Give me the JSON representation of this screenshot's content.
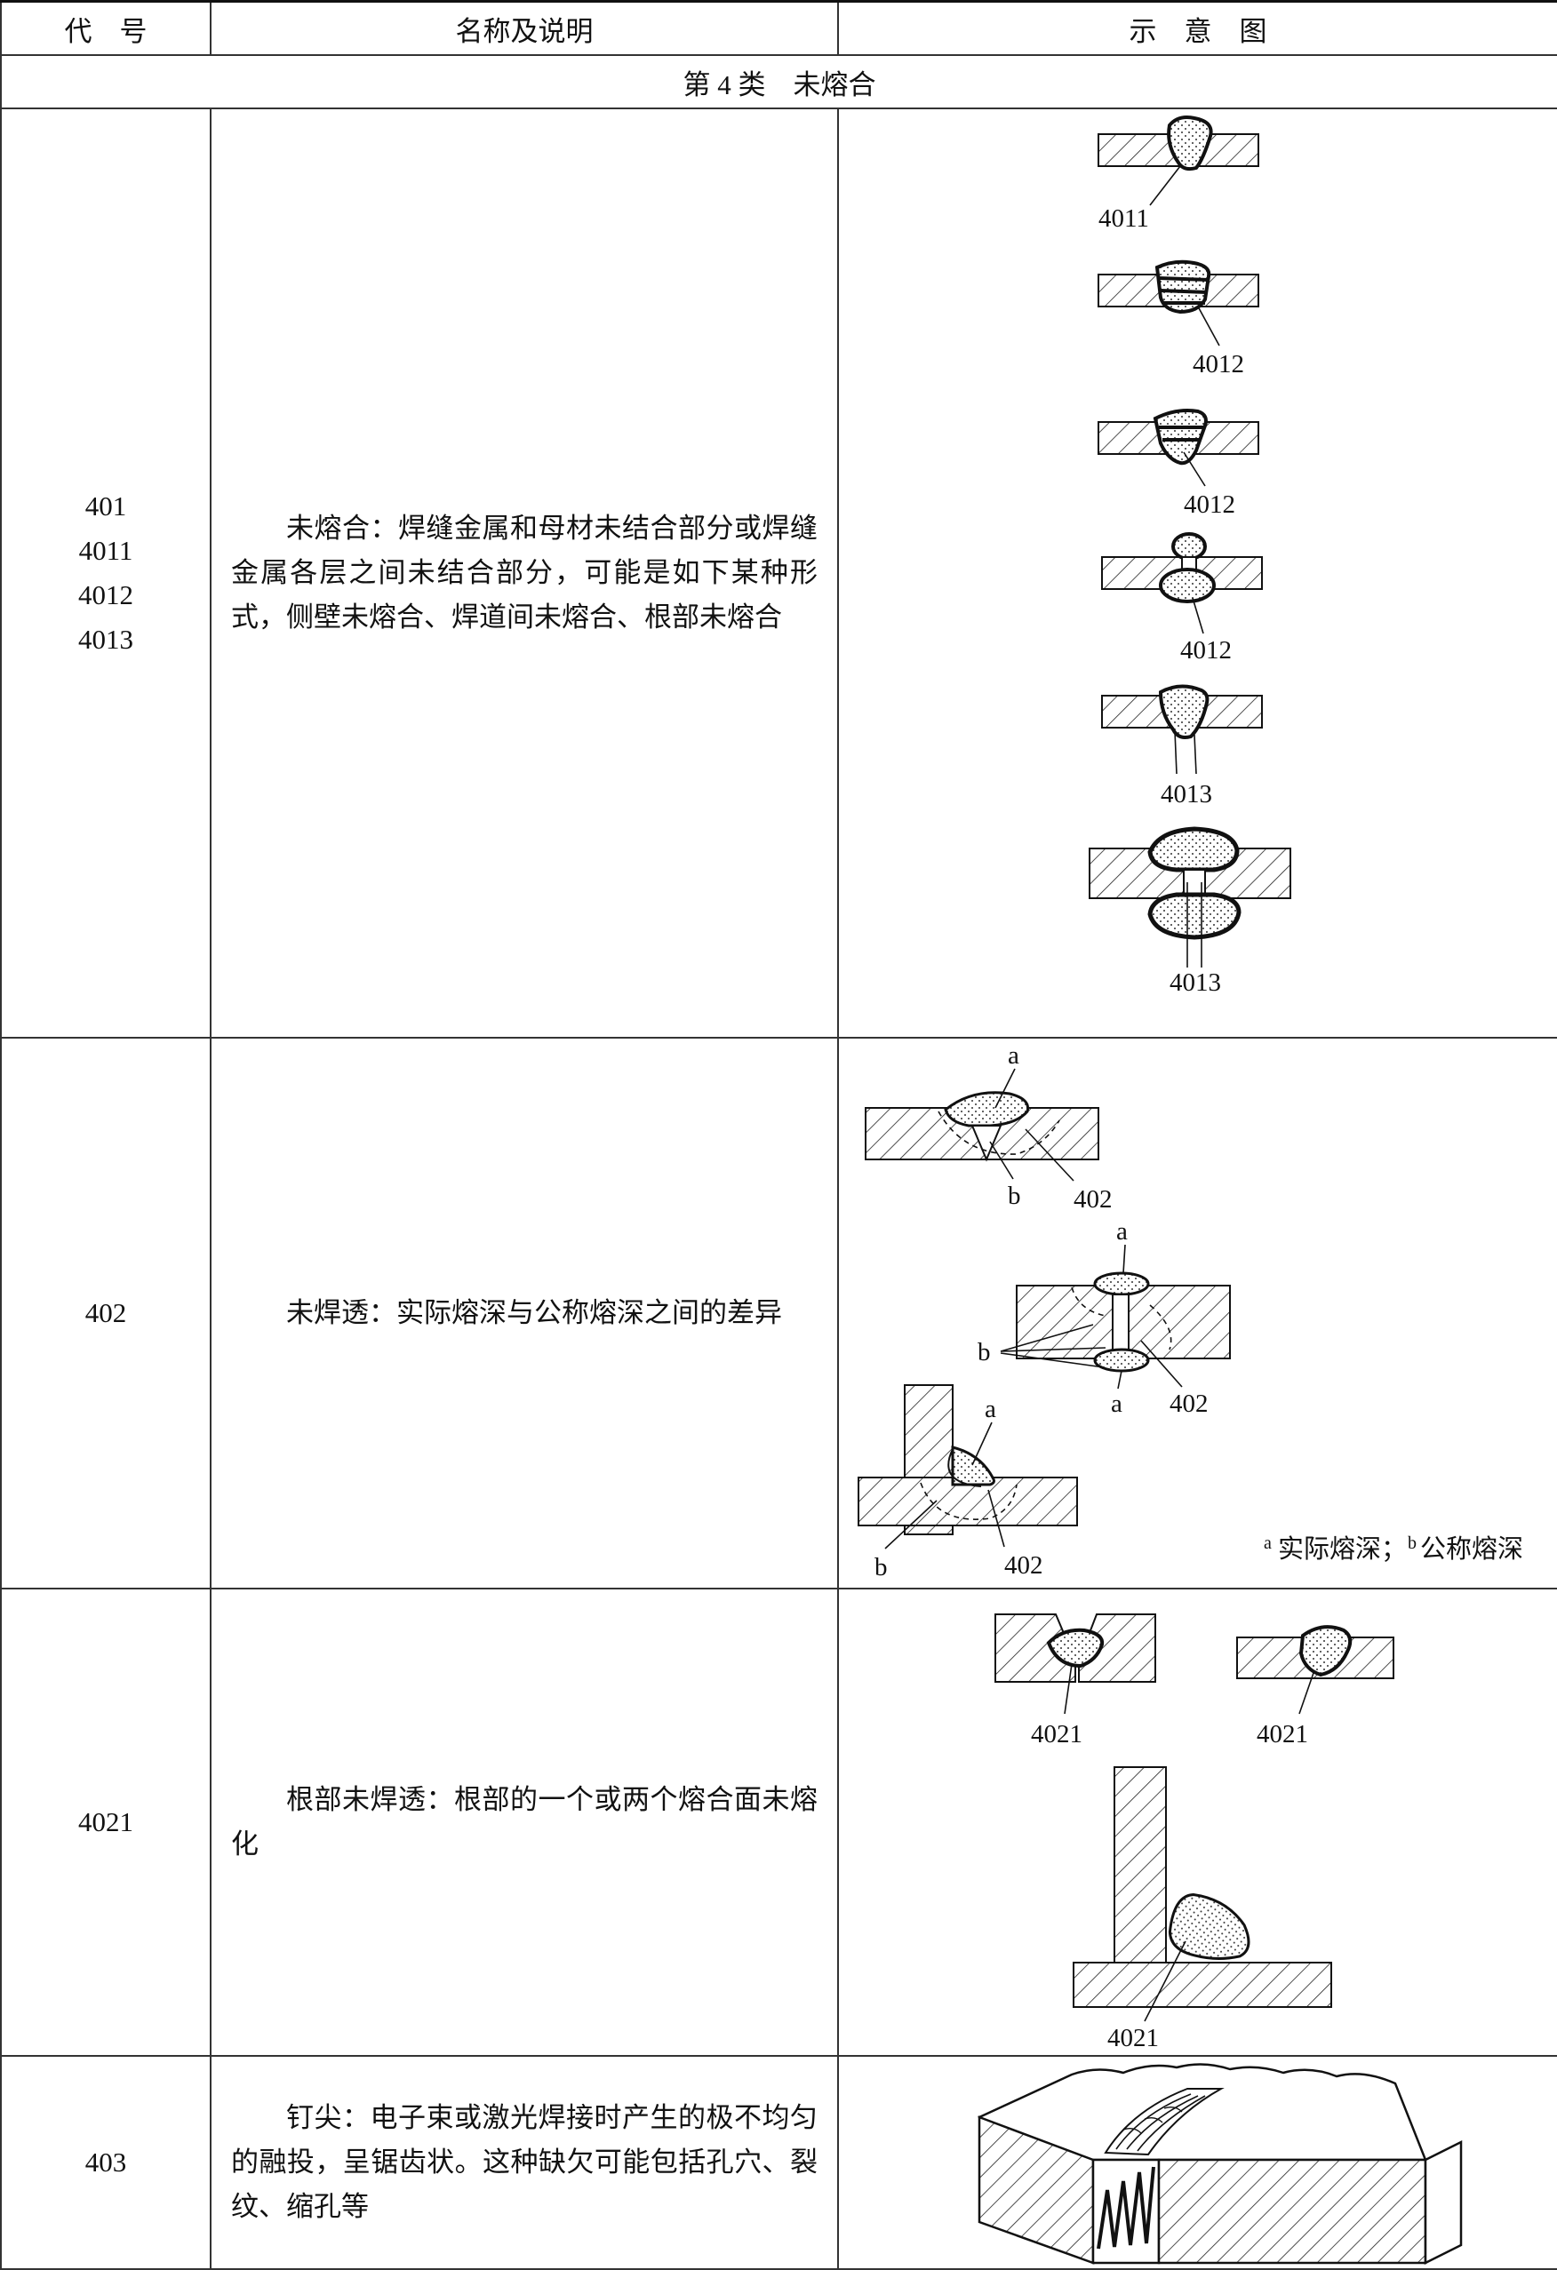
{
  "header": {
    "code": "代　号",
    "name": "名称及说明",
    "diagram": "示　意　图"
  },
  "category": "第 4 类　未熔合",
  "rows": [
    {
      "codes": [
        "401",
        "4011",
        "4012",
        "4013"
      ],
      "desc": "未熔合：焊缝金属和母材未结合部分或焊缝金属各层之间未结合部分，可能是如下某种形式，侧壁未熔合、焊道间未熔合、根部未熔合",
      "labels": [
        "4011",
        "4012",
        "4012",
        "4012",
        "4013",
        "4013"
      ]
    },
    {
      "codes": [
        "402"
      ],
      "desc": "未焊透：实际熔深与公称熔深之间的差异",
      "labels": {
        "a": "a",
        "b": "b",
        "code": "402"
      },
      "footnote_a": "实际熔深；",
      "footnote_b": "公称熔深",
      "footnote_sup_a": "a",
      "footnote_sup_b": "b"
    },
    {
      "codes": [
        "4021"
      ],
      "desc": "根部未焊透：根部的一个或两个熔合面未熔化",
      "labels": [
        "4021",
        "4021",
        "4021"
      ]
    },
    {
      "codes": [
        "403"
      ],
      "desc": "钉尖：电子束或激光焊接时产生的极不均匀的融投，呈锯齿状。这种缺欠可能包括孔穴、裂纹、缩孔等"
    }
  ]
}
